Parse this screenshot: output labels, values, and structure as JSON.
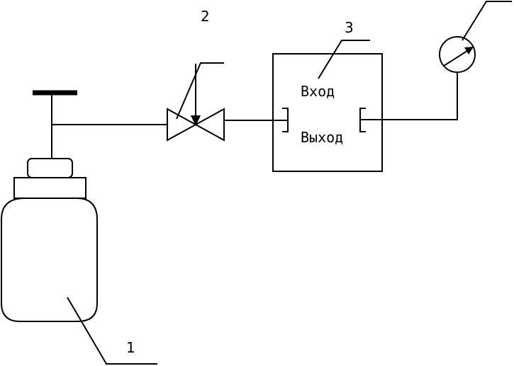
{
  "labels": {
    "cylinder": "1",
    "valve": "2",
    "device": "3"
  },
  "device": {
    "inlet_label": "Вход",
    "outlet_label": "Выход"
  },
  "colors": {
    "ink": "#000000",
    "background": "#ffffff"
  }
}
